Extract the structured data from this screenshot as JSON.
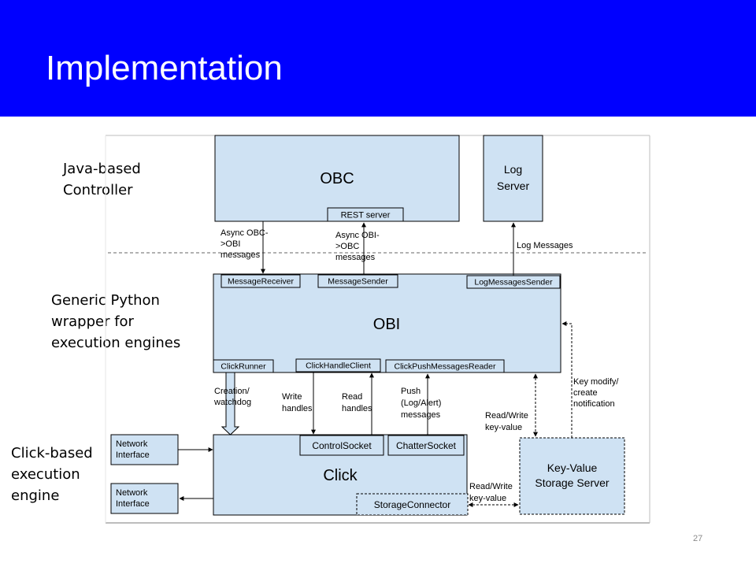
{
  "slide": {
    "title": "Implementation",
    "page_number": "27",
    "colors": {
      "header": "#0000ff",
      "box_fill": "#cfe2f3"
    }
  },
  "side_labels": {
    "controller": [
      "Java-based",
      "Controller"
    ],
    "wrapper": [
      "Generic Python",
      "wrapper for",
      "execution engines"
    ],
    "engine": [
      "Click-based",
      "execution",
      "engine"
    ]
  },
  "diagram": {
    "obc": {
      "label": "OBC",
      "rest_server": "REST server"
    },
    "log_server": {
      "label": [
        "Log",
        "Server"
      ]
    },
    "obi": {
      "label": "OBI",
      "message_receiver": "MessageReceiver",
      "message_sender": "MessageSender",
      "log_messages_sender": "LogMessagesSender",
      "click_runner": "ClickRunner",
      "click_handle_client": "ClickHandleClient",
      "click_push_messages_reader": "ClickPushMessagesReader"
    },
    "click": {
      "label": "Click",
      "control_socket": "ControlSocket",
      "chatter_socket": "ChatterSocket",
      "storage_connector": "StorageConnector"
    },
    "kv_server": {
      "label": [
        "Key-Value",
        "Storage Server"
      ]
    },
    "network_interfaces": [
      [
        "Network",
        "Interface"
      ],
      [
        "Network",
        "Interface"
      ]
    ],
    "edge_labels": {
      "async_obc_obi": [
        "Async OBC-",
        ">OBI",
        "messages"
      ],
      "async_obi_obc": [
        "Async OBI-",
        ">OBC",
        "messages"
      ],
      "log_messages": "Log Messages",
      "creation_watchdog": [
        "Creation/",
        "watchdog"
      ],
      "write_handles": [
        "Write",
        "handles"
      ],
      "read_handles": [
        "Read",
        "handles"
      ],
      "push_messages": [
        "Push",
        "(Log/Alert)",
        "messages"
      ],
      "read_write_kv_upper": [
        "Read/Write",
        "key-value"
      ],
      "key_modify": [
        "Key modify/",
        "create",
        "notification"
      ],
      "read_write_kv_lower": [
        "Read/Write",
        "key-value"
      ]
    }
  }
}
